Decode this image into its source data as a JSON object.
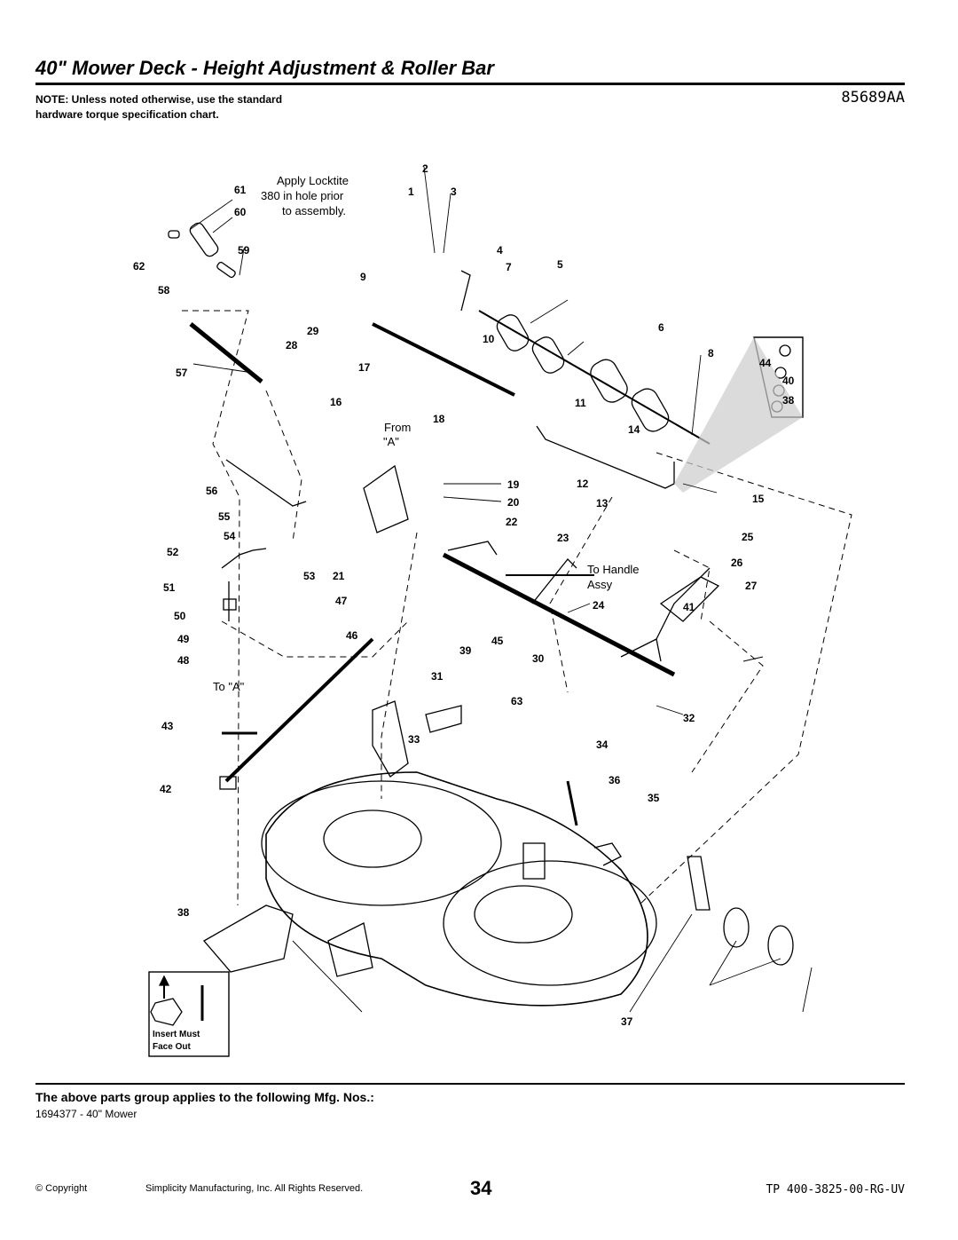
{
  "page_title": "40\" Mower Deck - Height Adjustment & Roller Bar",
  "diagram_code": "85689AA",
  "note": "NOTE: Unless noted otherwise, use the standard hardware torque specification chart.",
  "annotations": {
    "locktite_1": "Apply Locktite",
    "locktite_2": "380 in hole prior",
    "locktite_3": "to assembly.",
    "from_1": "From",
    "from_2": "\"A\"",
    "to_a": "To \"A\"",
    "to_handle_1": "To Handle",
    "to_handle_2": "Assy",
    "insert_1": "Insert Must",
    "insert_2": "Face Out"
  },
  "callouts": [
    "61",
    "60",
    "59",
    "62",
    "58",
    "57",
    "28",
    "29",
    "56",
    "55",
    "54",
    "52",
    "51",
    "50",
    "49",
    "48",
    "43",
    "42",
    "38",
    "2",
    "1",
    "3",
    "4",
    "5",
    "7",
    "9",
    "10",
    "17",
    "16",
    "18",
    "53",
    "21",
    "47",
    "46",
    "6",
    "8",
    "44",
    "40",
    "38",
    "11",
    "14",
    "12",
    "13",
    "15",
    "19",
    "20",
    "22",
    "23",
    "25",
    "26",
    "27",
    "24",
    "45",
    "30",
    "41",
    "39",
    "31",
    "63",
    "32",
    "33",
    "34",
    "36",
    "35",
    "37"
  ],
  "applies_heading": "The above parts group applies to the following Mfg. Nos.:",
  "mfg_number": "1694377 - 40\" Mower",
  "footer": {
    "copyright": "© Copyright",
    "rights": "Simplicity Manufacturing, Inc. All Rights Reserved.",
    "page": "34",
    "doc": "TP 400-3825-00-RG-UV"
  }
}
